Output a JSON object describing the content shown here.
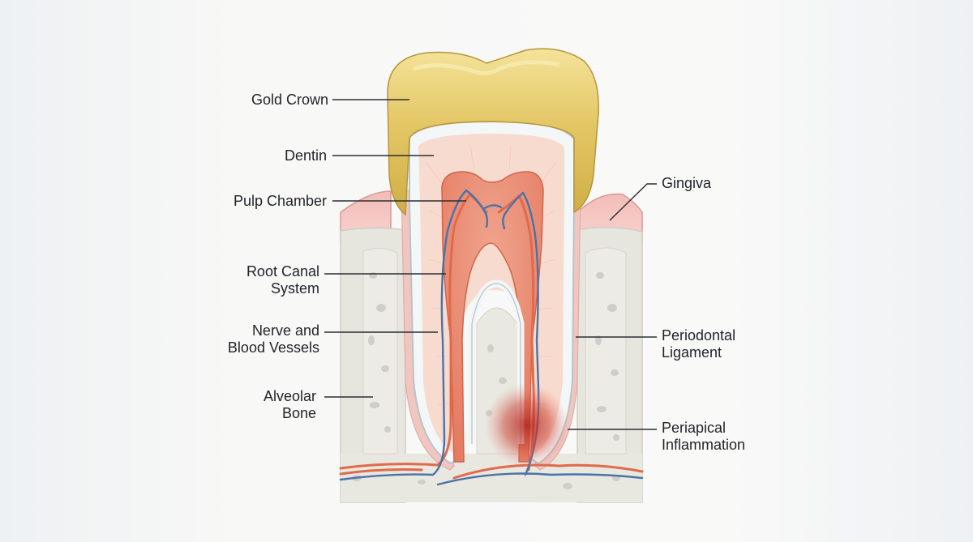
{
  "labels": {
    "gold_crown": [
      "Gold Crown"
    ],
    "dentin": [
      "Dentin"
    ],
    "pulp_chamber": [
      "Pulp Chamber"
    ],
    "root_canal_system": [
      "Root Canal",
      "System"
    ],
    "nerve_and_blood_vessels": [
      "Nerve and",
      "Blood Vessels"
    ],
    "alveolar_bone": [
      "Alveolar",
      "Bone"
    ],
    "gingiva": [
      "Gingiva"
    ],
    "periodontal_ligament": [
      "Periodontal",
      "Ligament"
    ],
    "periapical_inflammation": [
      "Periapical",
      "Inflammation"
    ]
  },
  "colors": {
    "gold_crown": "#e6cd6e",
    "dentin": "#f8d9cc",
    "pulp": "#e8836a",
    "gingiva": "#f2b8b4",
    "alveolar_bone": "#e3e2da",
    "nerve": "#4a73a8",
    "blood_vessel": "#e06a4c",
    "inflammation": "#c0392b",
    "enamel_layer": "#f4f7f8",
    "leader_line": "#2b2f33"
  }
}
